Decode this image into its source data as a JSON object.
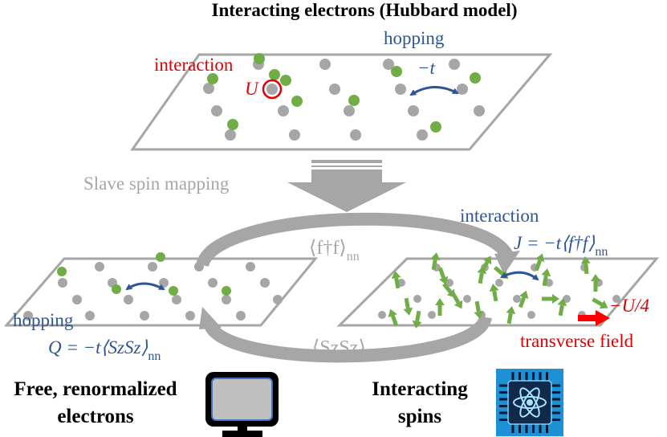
{
  "title": "Interacting electrons (Hubbard model)",
  "top_panel": {
    "interaction_label": "interaction",
    "U_symbol": "U",
    "hopping_label": "hopping",
    "hopping_symbol": "−t"
  },
  "mapping_label": "Slave spin mapping",
  "loop": {
    "upper_expectation": "⟨f†f⟩",
    "upper_subscript": "nn",
    "lower_expectation": "⟨SzSz⟩",
    "lower_subscript": "nn"
  },
  "left_panel": {
    "hopping_label": "hopping",
    "Q_expression": "Q = −t⟨SzSz⟩",
    "Q_subscript": "nn"
  },
  "right_panel": {
    "interaction_label": "interaction",
    "J_expression": "J = −t⟨f†f⟩",
    "J_subscript": "nn",
    "field_value": "−U/4",
    "field_label": "transverse field"
  },
  "bottom": {
    "left_caption_line1": "Free, renormalized",
    "left_caption_line2": "electrons",
    "left_icon": "computer-monitor-icon",
    "right_caption_line1": "Interacting",
    "right_caption_line2": "spins",
    "right_icon": "quantum-chip-icon"
  },
  "colors": {
    "site": "#a6a6a6",
    "electron": "#70ad47",
    "interaction": "#ff0000",
    "hopping": "#2f5597",
    "mapping": "#a6a6a6",
    "chip_background": "#1e90d6"
  }
}
